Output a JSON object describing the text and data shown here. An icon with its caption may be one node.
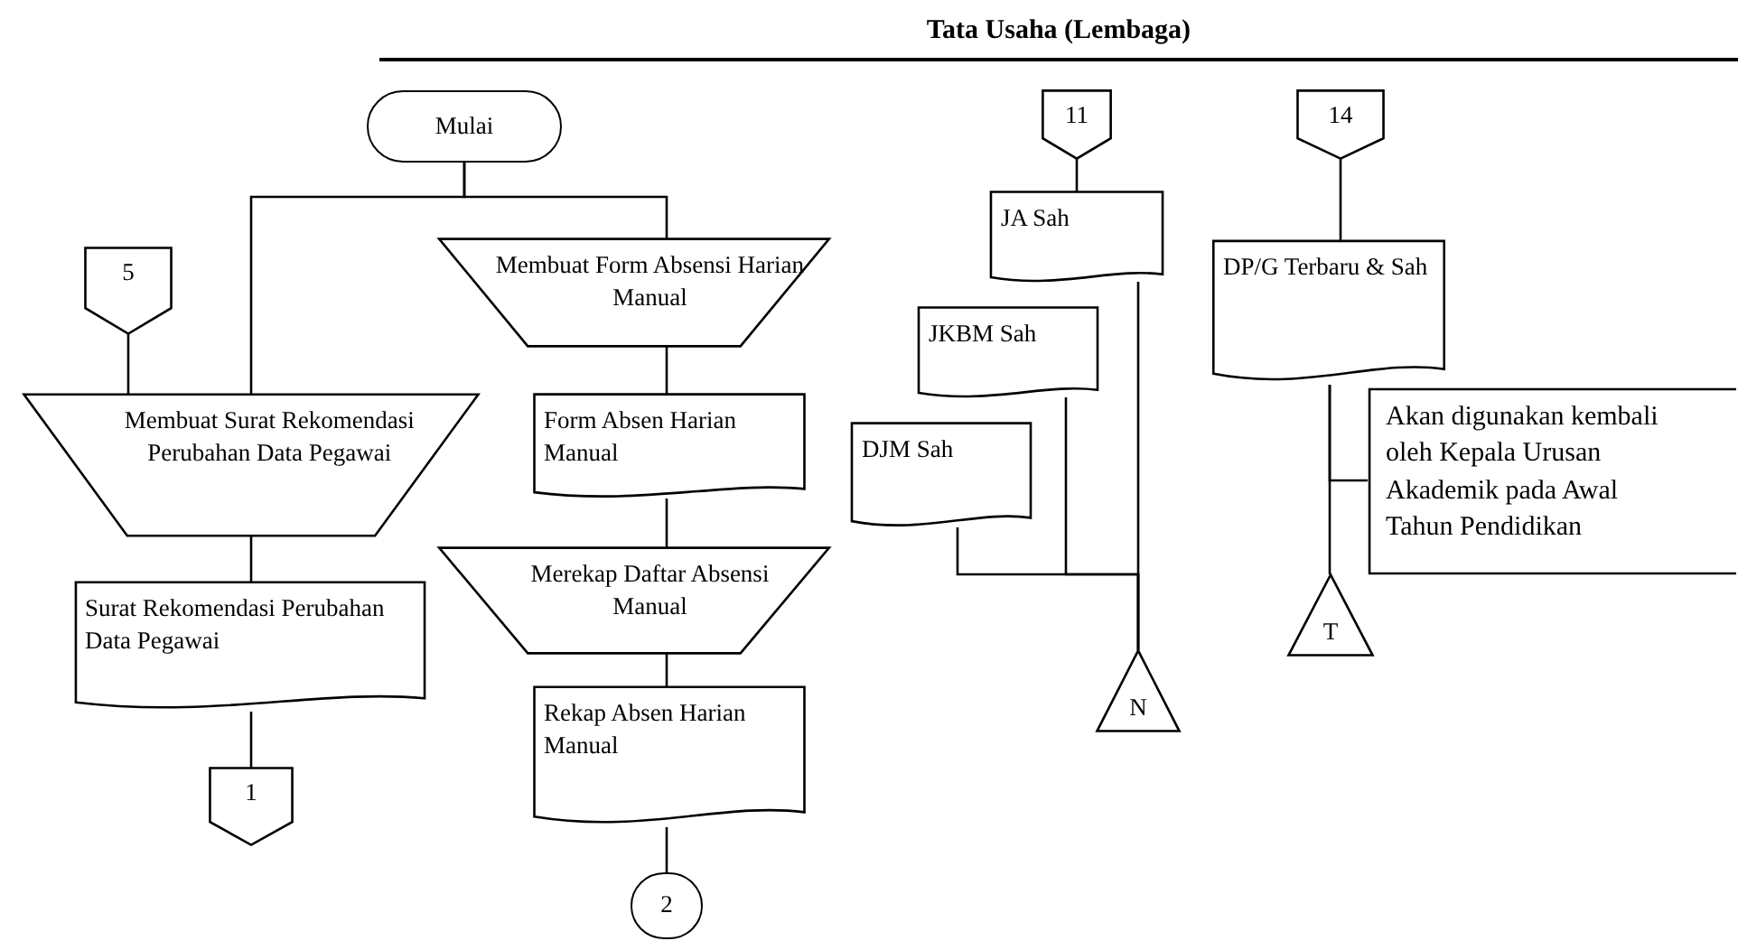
{
  "diagram": {
    "title": "Tata Usaha (Lembaga)",
    "nodes": [
      {
        "text": [
          "Mulai"
        ]
      },
      {
        "text": [
          "5"
        ]
      },
      {
        "text": [
          "Membuat Surat Rekomendasi Perubahan Data Pegawai"
        ]
      },
      {
        "text": [
          "Surat Rekomendasi Perubahan Data Pegawai"
        ]
      },
      {
        "text": [
          "1"
        ]
      },
      {
        "text": [
          "Membuat Form Absensi Harian Manual"
        ]
      },
      {
        "text": [
          "Form Absen Harian Manual"
        ]
      },
      {
        "text": [
          "Merekap Daftar Absensi Manual"
        ]
      },
      {
        "text": [
          "Rekap Absen Harian Manual"
        ]
      },
      {
        "text": [
          "2"
        ]
      },
      {
        "text": [
          "11"
        ]
      },
      {
        "text": [
          "JA Sah"
        ]
      },
      {
        "text": [
          "JKBM Sah"
        ]
      },
      {
        "text": [
          "DJM Sah"
        ]
      },
      {
        "text": [
          "N"
        ]
      },
      {
        "text": [
          "14"
        ]
      },
      {
        "text": [
          "DP/G Terbaru & Sah"
        ]
      },
      {
        "text": [
          "T"
        ]
      },
      {
        "text": [
          "Akan digunakan kembali oleh Kepala Urusan Akademik pada Awal Tahun Pendidikan"
        ]
      }
    ],
    "edges": [
      {
        "from": 0,
        "to": 2,
        "arrow": "none"
      },
      {
        "from": 0,
        "to": 5,
        "arrow": "none"
      },
      {
        "from": 1,
        "to": 2,
        "arrow": "none"
      },
      {
        "from": 2,
        "to": 3,
        "arrow": "none"
      },
      {
        "from": 3,
        "to": 4,
        "arrow": "none"
      },
      {
        "from": 5,
        "to": 6,
        "arrow": "none"
      },
      {
        "from": 6,
        "to": 7,
        "arrow": "none"
      },
      {
        "from": 7,
        "to": 8,
        "arrow": "none"
      },
      {
        "from": 8,
        "to": 9,
        "arrow": "none"
      },
      {
        "from": 10,
        "to": 11,
        "arrow": "none"
      },
      {
        "from": 11,
        "to": 14,
        "arrow": "none"
      },
      {
        "from": 12,
        "to": 14,
        "arrow": "none"
      },
      {
        "from": 13,
        "to": 14,
        "arrow": "none"
      },
      {
        "from": 15,
        "to": 16,
        "arrow": "none"
      },
      {
        "from": 16,
        "to": 17,
        "arrow": "none"
      },
      {
        "from": 16,
        "to": 18,
        "arrow": "none"
      }
    ]
  }
}
